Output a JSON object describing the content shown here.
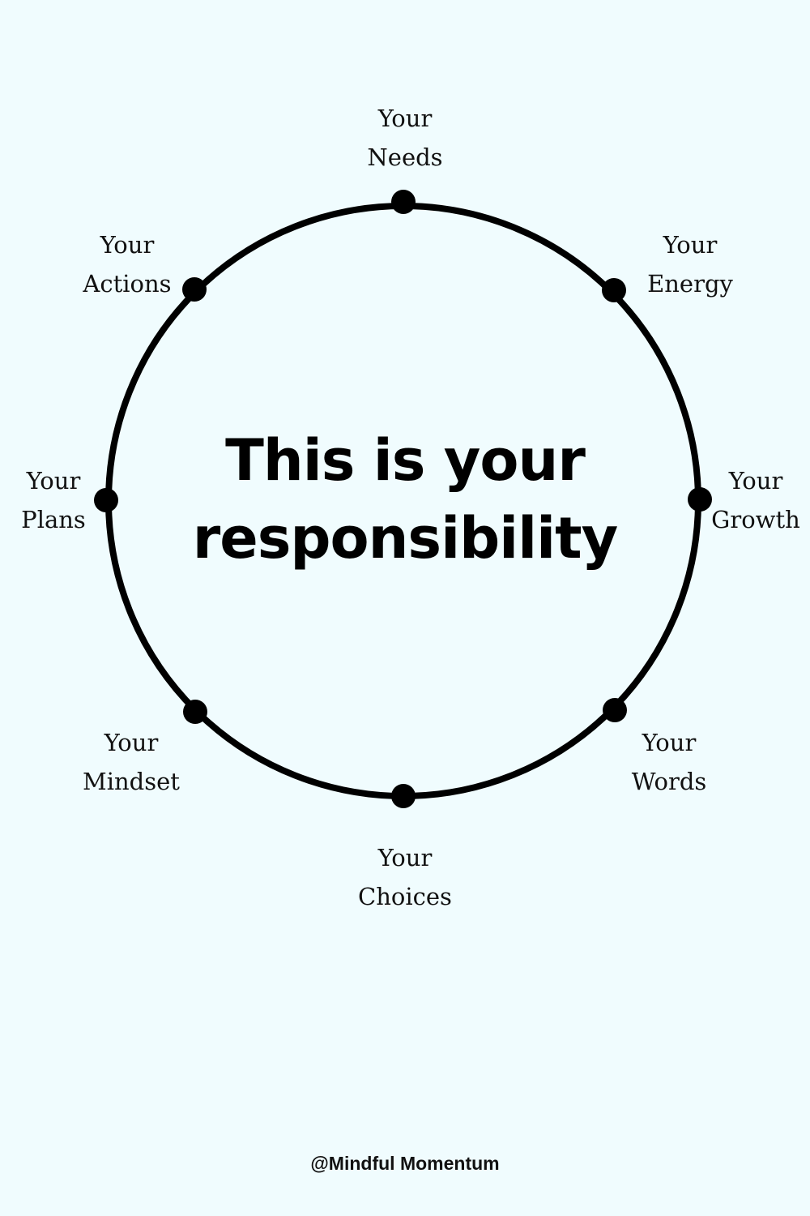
{
  "title": {
    "line1": "This is your",
    "line2": "responsibility"
  },
  "labels": [
    {
      "line1": "Your",
      "line2": "Needs"
    },
    {
      "line1": "Your",
      "line2": "Energy"
    },
    {
      "line1": "Your",
      "line2": "Growth"
    },
    {
      "line1": "Your",
      "line2": "Words"
    },
    {
      "line1": "Your",
      "line2": "Choices"
    },
    {
      "line1": "Your",
      "line2": "Mindset"
    },
    {
      "line1": "Your",
      "line2": "Plans"
    },
    {
      "line1": "Your",
      "line2": "Actions"
    }
  ],
  "footer": {
    "handle": "@Mindful Momentum"
  },
  "colors": {
    "background": "#f0fcfe",
    "stroke": "#000000",
    "text": "#111111"
  }
}
